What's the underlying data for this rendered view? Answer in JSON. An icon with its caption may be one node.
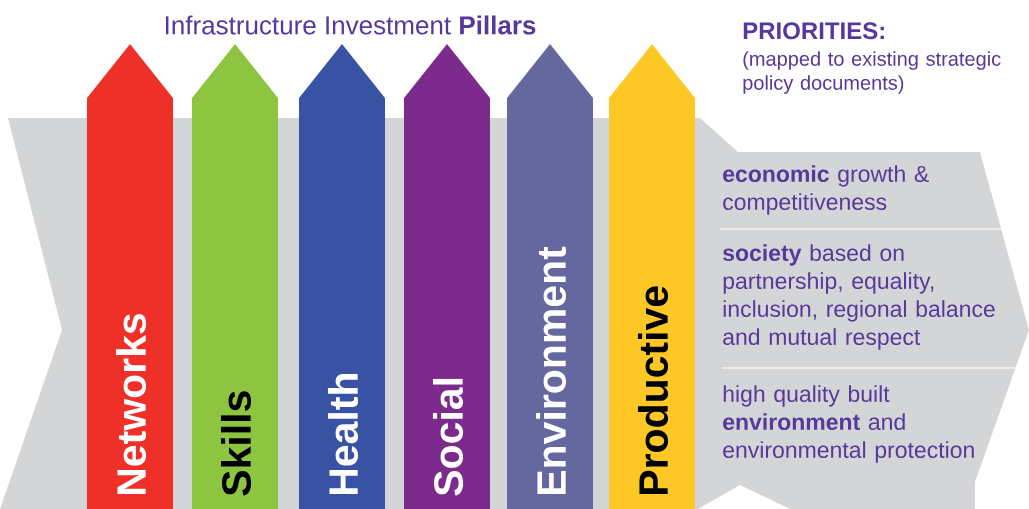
{
  "diagram": {
    "title": "Infrastructure Investment **Pillars**",
    "nodes": [
      {
        "text": [
          "Networks"
        ]
      },
      {
        "text": [
          "Skills"
        ]
      },
      {
        "text": [
          "Health"
        ]
      },
      {
        "text": [
          "Social"
        ]
      },
      {
        "text": [
          "Environment"
        ]
      },
      {
        "text": [
          "Productive"
        ]
      },
      {
        "text": [
          "**economic** growth & competitiveness"
        ]
      },
      {
        "text": [
          "**society** based on partnership, equality, inclusion, regional balance and mutual respect"
        ]
      },
      {
        "text": [
          "high quality built **environment** and environmental protection"
        ]
      }
    ],
    "labels": [
      "PRIORITIES:",
      "(mapped to existing strategic policy documents)"
    ]
  }
}
